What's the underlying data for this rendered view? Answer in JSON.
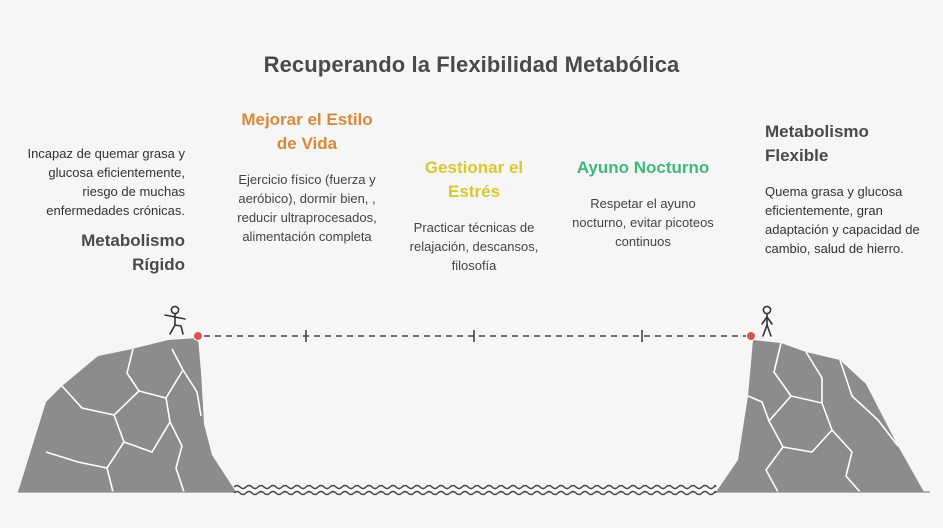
{
  "title": "Recuperando la Flexibilidad Metabólica",
  "colors": {
    "background": "#f6f6f6",
    "rock": "#8c8c8c",
    "rock_line": "#ffffff",
    "rope": "#444444",
    "marker": "#d9534f",
    "heading_dark": "#4a4a4a",
    "stage_lifestyle": "#d9893a",
    "stage_stress": "#d6c930",
    "stage_fasting": "#3dba7a"
  },
  "start": {
    "heading": "Metabolismo Rígido",
    "description": "Incapaz de quemar grasa y glucosa eficientemente, riesgo de muchas enfermedades crónicas."
  },
  "stages": [
    {
      "heading": "Mejorar el Estilo de Vida",
      "description": "Ejercicio físico (fuerza y aeróbico), dormir bien, , reducir ultraprocesados, alimentación completa"
    },
    {
      "heading": "Gestionar el Estrés",
      "description": "Practicar técnicas de relajación, descansos, filosofía"
    },
    {
      "heading": "Ayuno Nocturno",
      "description": "Respetar el ayuno nocturno, evitar picoteos continuos"
    }
  ],
  "end": {
    "heading": "Metabolismo Flexible",
    "description": "Quema grasa y glucosa eficientemente, gran adaptación y capacidad de cambio, salud de hierro."
  },
  "icons": {
    "start_figure": "walking-person-icon",
    "end_figure": "standing-person-icon",
    "water": "water-waves-icon"
  }
}
